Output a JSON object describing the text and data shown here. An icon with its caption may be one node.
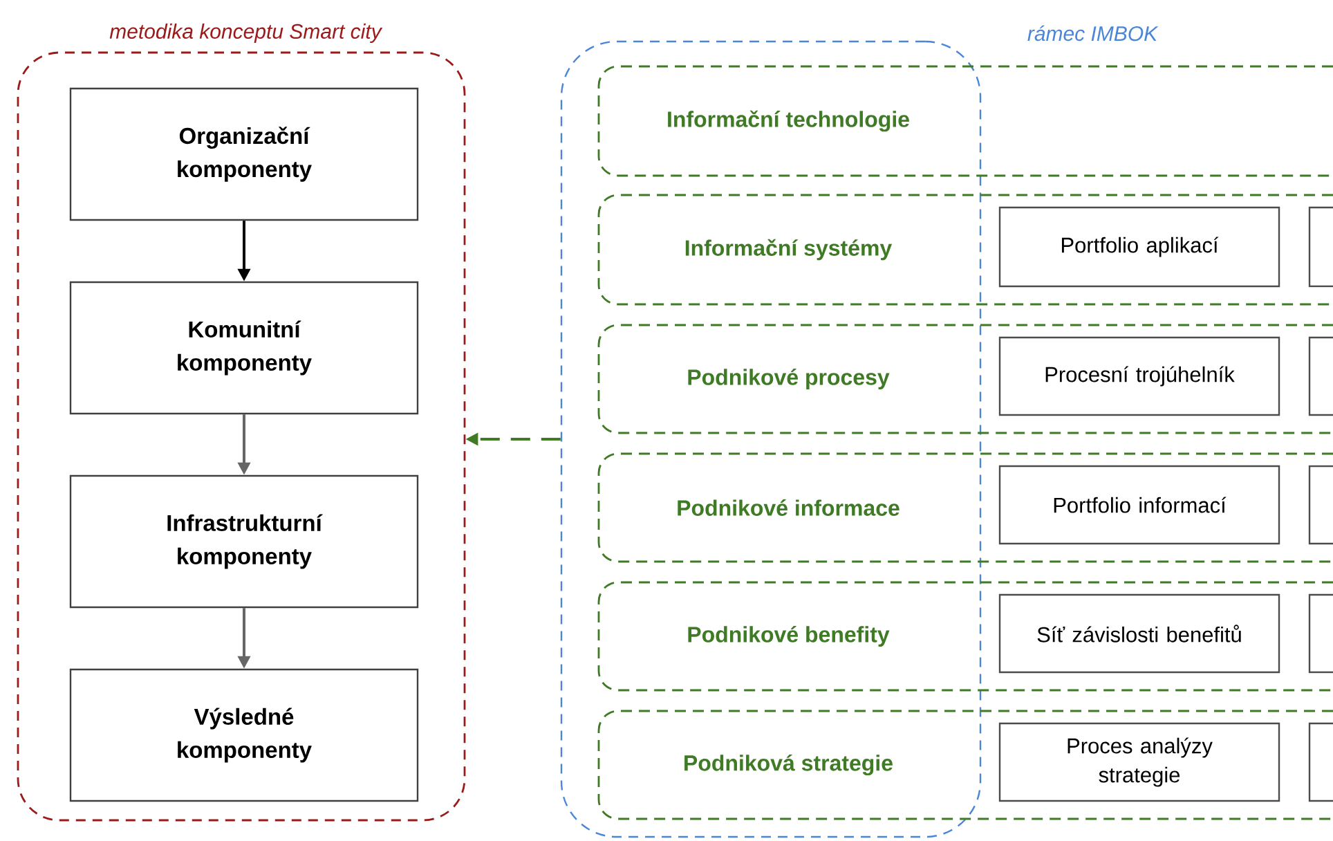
{
  "diagram": {
    "nodes": [
      {
        "text": [
          "metodika konceptu Smart city"
        ]
      },
      {
        "text": [
          "Organizační komponenty"
        ],
        "in": 0
      },
      {
        "text": [
          "Komunitní komponenty"
        ],
        "in": 0
      },
      {
        "text": [
          "Infrastrukturní komponenty"
        ],
        "in": 0
      },
      {
        "text": [
          "Výsledné komponenty"
        ],
        "in": 0
      },
      {
        "text": [
          "rámec IMBOK"
        ]
      },
      {
        "text": [
          "Informační technologie"
        ]
      },
      {
        "text": [
          "Informační systémy"
        ]
      },
      {
        "text": [
          "Portfolio aplikací"
        ],
        "in": 7
      },
      {
        "text": [],
        "shape": "box",
        "in": 7
      },
      {
        "text": [
          "Podnikové procesy"
        ]
      },
      {
        "text": [
          "Procesní trojúhelník"
        ],
        "in": 10
      },
      {
        "text": [],
        "shape": "box",
        "in": 10
      },
      {
        "text": [
          "Podnikové informace"
        ]
      },
      {
        "text": [
          "Portfolio informací"
        ],
        "in": 13
      },
      {
        "text": [],
        "shape": "box",
        "in": 13
      },
      {
        "text": [
          "Podnikové benefity"
        ]
      },
      {
        "text": [
          "Síť závislosti benefitů"
        ],
        "in": 16
      },
      {
        "text": [],
        "shape": "box",
        "in": 16
      },
      {
        "text": [
          "Podniková strategie"
        ]
      },
      {
        "text": [
          "Proces analýzy strategie"
        ],
        "in": 19
      },
      {
        "text": [],
        "shape": "box",
        "in": 19
      }
    ],
    "edges": [
      {
        "from": 1,
        "to": 2,
        "arrow": "to",
        "color": "#000000"
      },
      {
        "from": 2,
        "to": 3,
        "arrow": "to"
      },
      {
        "from": 3,
        "to": 4,
        "arrow": "to"
      },
      {
        "from": 5,
        "to": 0,
        "arrow": "to",
        "style": "dashed",
        "color": "#3f7a25"
      }
    ]
  }
}
